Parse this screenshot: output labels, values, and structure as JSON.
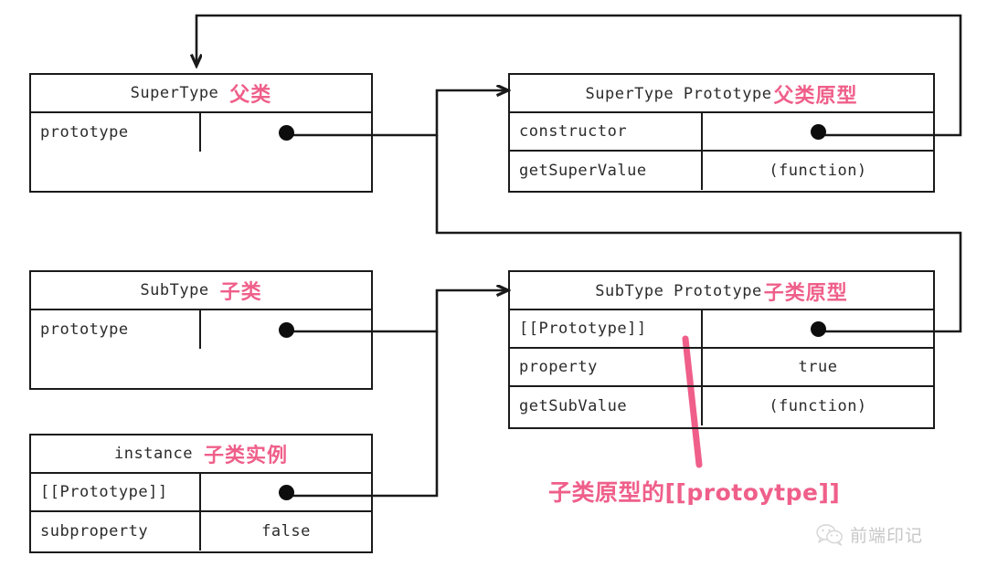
{
  "diagram": {
    "title": "JavaScript prototype chain inheritance diagram",
    "colors": {
      "stroke": "#1a1a1a",
      "text": "#2b2b2b",
      "accent_pink": "#ef5f8a",
      "background": "#ffffff",
      "watermark": "#9b9b9b"
    },
    "boxes": [
      {
        "id": "supertype",
        "title_en": "SuperType",
        "title_cn": "父类",
        "rows": [
          {
            "key": "prototype",
            "value": "",
            "value_kind": "dot"
          }
        ]
      },
      {
        "id": "supertype-prototype",
        "title_en": "SuperType Prototype",
        "title_cn": "父类原型",
        "rows": [
          {
            "key": "constructor",
            "value": "",
            "value_kind": "dot"
          },
          {
            "key": "getSuperValue",
            "value": "(function)",
            "value_kind": "text"
          }
        ]
      },
      {
        "id": "subtype",
        "title_en": "SubType",
        "title_cn": "子类",
        "rows": [
          {
            "key": "prototype",
            "value": "",
            "value_kind": "dot"
          }
        ]
      },
      {
        "id": "subtype-prototype",
        "title_en": "SubType Prototype",
        "title_cn": "子类原型",
        "rows": [
          {
            "key": "[[Prototype]]",
            "value": "",
            "value_kind": "dot"
          },
          {
            "key": "property",
            "value": "true",
            "value_kind": "text"
          },
          {
            "key": "getSubValue",
            "value": "(function)",
            "value_kind": "text"
          }
        ]
      },
      {
        "id": "instance",
        "title_en": "instance",
        "title_cn": "子类实例",
        "rows": [
          {
            "key": "[[Prototype]]",
            "value": "",
            "value_kind": "dot"
          },
          {
            "key": "subproperty",
            "value": "false",
            "value_kind": "text"
          }
        ]
      }
    ],
    "annotation": {
      "text": "子类原型的[[protoytpe]]",
      "points_to": "subtype-prototype.[[Prototype]]"
    },
    "watermark": {
      "text": "前端印记",
      "icon": "wechat-icon"
    },
    "connectors": [
      {
        "id": "supertype-prototype-link",
        "from": "supertype.prototype",
        "to": "supertype-prototype",
        "arrow": "right"
      },
      {
        "id": "supertype-constructor-link",
        "from": "supertype-prototype.constructor",
        "to": "supertype",
        "arrow": "down"
      },
      {
        "id": "subtype-prototype-link",
        "from": "subtype.prototype",
        "to": "subtype-prototype",
        "arrow": "right"
      },
      {
        "id": "instance-prototype-link",
        "from": "instance.[[Prototype]]",
        "to": "subtype-prototype",
        "arrow": "right"
      },
      {
        "id": "subtype-proto-chain-link",
        "from": "subtype-prototype.[[Prototype]]",
        "to": "supertype-prototype",
        "arrow": "none"
      }
    ]
  }
}
